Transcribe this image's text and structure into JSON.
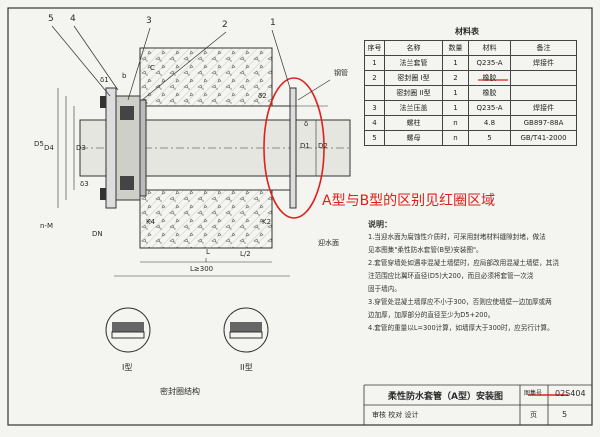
{
  "drawing": {
    "balloons": [
      "5",
      "4",
      "3",
      "2",
      "1"
    ],
    "dims": {
      "d5": "D5",
      "d4": "D4",
      "d3": "D3",
      "d1": "D1",
      "d2": "D2",
      "b": "b",
      "n_m": "n-M",
      "dn": "DN",
      "l_ge_300": "L≥300",
      "l": "L",
      "l_half": "L/2",
      "s1": "δ1",
      "s2": "δ2",
      "s3": "δ3",
      "s": "δ",
      "k4": "K4",
      "k2": "K2",
      "c": "C"
    },
    "callouts": {
      "wall": "钢管",
      "fill": "迎水面"
    }
  },
  "materials": {
    "title": "材料表",
    "headers": [
      "序号",
      "名称",
      "数量",
      "材料",
      "备注"
    ],
    "rows": [
      [
        "1",
        "法兰套管",
        "1",
        "Q235-A",
        "焊接件"
      ],
      [
        "2",
        "密封圈 I型",
        "2",
        "橡胶",
        ""
      ],
      [
        "",
        "密封圈 II型",
        "1",
        "橡胶",
        ""
      ],
      [
        "3",
        "法兰压盖",
        "1",
        "Q235-A",
        "焊接件"
      ],
      [
        "4",
        "螺柱",
        "n",
        "4.8",
        "GB897-88A"
      ],
      [
        "5",
        "螺母",
        "n",
        "5",
        "GB/T41-2000"
      ]
    ]
  },
  "annotation": "A型与B型的区别见红圈区域",
  "notes": {
    "heading": "说明：",
    "lines": [
      "1.当迎水面为腐蚀性介质时，可采用封堵材料缝隙封堵，做法",
      "  见本图集\"柔性防水套管(B型)安装图\"。",
      "2.套管穿墙处如遇非混凝土墙壁时，应局部改用混凝土墙壁，其浇",
      "  注范围应比翼环直径(D5)大200，而且必须将套管一次浇",
      "  固于墙内。",
      "3.穿管处混凝土墙厚应不小于300，否则应使墙壁一边加厚或两",
      "  边加厚，加厚部分的直径至少为D5+200。",
      "4.套管的重量以L=300计算，如墙厚大于300时，应另行计算。"
    ]
  },
  "details": {
    "type1": "I型",
    "type2": "II型",
    "caption": "密封圈结构"
  },
  "titleblock": {
    "title": "柔性防水套管（A型）安装图",
    "atlas_label": "图集号",
    "atlas_no": "02S404",
    "sign_row": "审核 校对 设计",
    "page_label": "页",
    "page_no": "5"
  },
  "colors": {
    "annotation": "#e0211b",
    "ink": "#2a2a2a",
    "highlight": "#e0211b"
  }
}
